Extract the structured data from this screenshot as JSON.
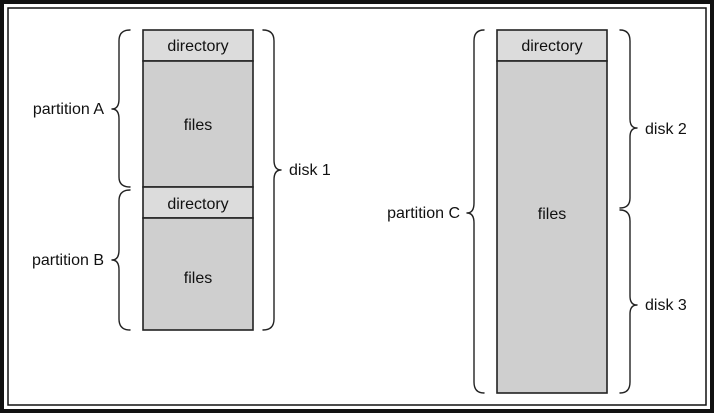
{
  "left_group": {
    "partition_a": {
      "label": "partition A",
      "directory": "directory",
      "files": "files"
    },
    "partition_b": {
      "label": "partition B",
      "directory": "directory",
      "files": "files"
    },
    "disk_label": "disk 1"
  },
  "right_group": {
    "partition_c": {
      "label": "partition C",
      "directory": "directory",
      "files": "files"
    },
    "disk_top_label": "disk 2",
    "disk_bottom_label": "disk 3"
  },
  "colors": {
    "frame": "#111111",
    "directory_fill": "#dcdcdc",
    "files_fill": "#cfcfcf",
    "stroke": "#222222"
  }
}
